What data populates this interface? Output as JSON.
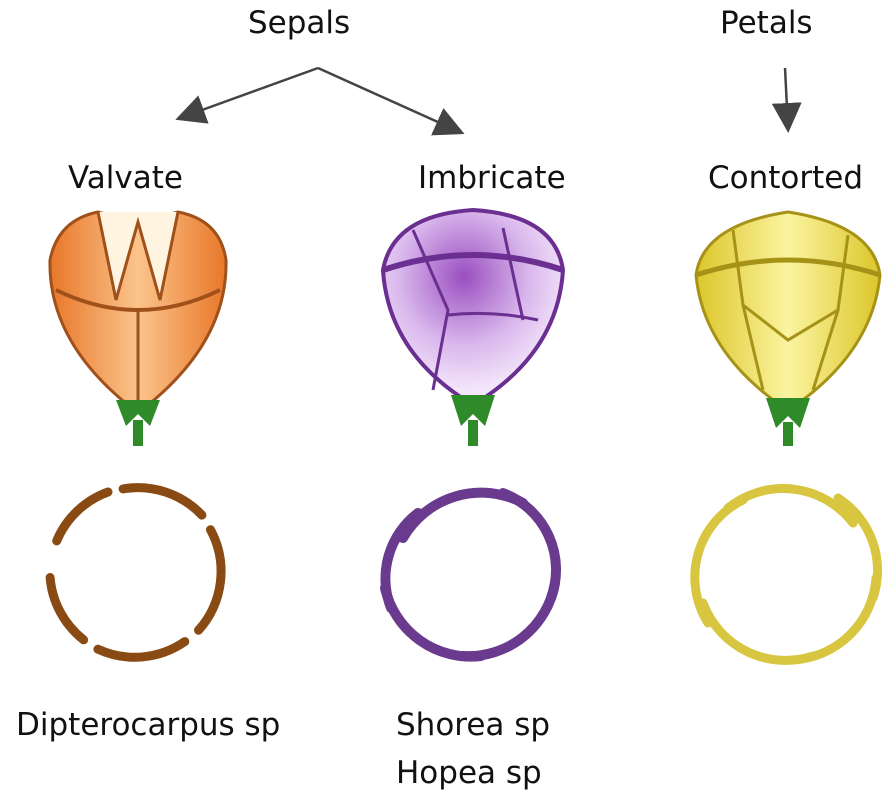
{
  "headings": {
    "sepals": "Sepals",
    "petals": "Petals"
  },
  "types": [
    {
      "label": "Valvate",
      "example_1": "Dipterocarpus sp",
      "example_2": "",
      "color": "#e07b2a",
      "dark": "#9a4a10"
    },
    {
      "label": "Imbricate",
      "example_1": "Shorea sp",
      "example_2": "Hopea sp",
      "color": "#b98ad6",
      "dark": "#6a3a8f"
    },
    {
      "label": "Contorted",
      "example_1": "",
      "example_2": "",
      "color": "#e6d43a",
      "dark": "#b9a321"
    }
  ],
  "colors": {
    "arrow": "#444444",
    "stem": "#2f8a2a",
    "valvate_ring": "#8a4a14",
    "imbricate_ring": "#6a3a8f",
    "contorted_ring": "#d8c640"
  }
}
